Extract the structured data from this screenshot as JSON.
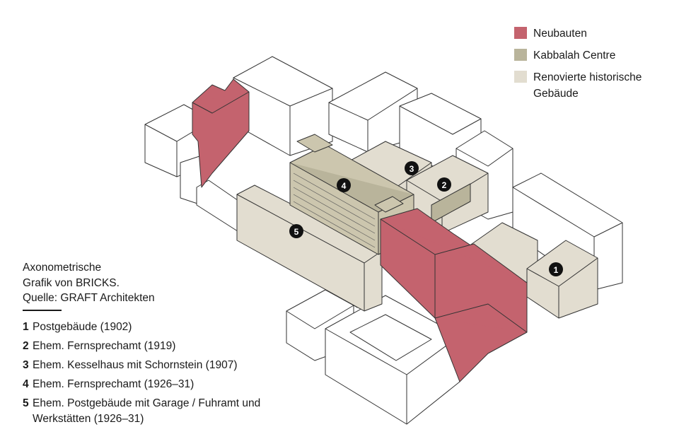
{
  "colors": {
    "neubauten": "#c4636e",
    "kabbalah": "#b9b49b",
    "historisch": "#e2ddd0",
    "outline": "#333333",
    "white_building": "#ffffff"
  },
  "legend": [
    {
      "key": "neubauten",
      "label": "Neubauten",
      "color": "#c4636e"
    },
    {
      "key": "kabbalah",
      "label": "Kabbalah Centre",
      "color": "#b9b49b"
    },
    {
      "key": "historisch",
      "label": "Renovierte historische Gebäude",
      "color": "#e2ddd0"
    }
  ],
  "caption": {
    "line1": "Axonometrische",
    "line2": "Grafik von BRICKS.",
    "line3": "Quelle: GRAFT Architekten"
  },
  "buildings": [
    {
      "number": "1",
      "name": "Postgebäude (1902)"
    },
    {
      "number": "2",
      "name": "Ehem. Fernsprechamt (1919)"
    },
    {
      "number": "3",
      "name": "Ehem. Kesselhaus mit Schornstein (1907)"
    },
    {
      "number": "4",
      "name": "Ehem. Fernsprechamt (1926–31)"
    },
    {
      "number": "5",
      "name": "Ehem. Postgebäude mit Garage / Fuhramt und Werkstätten (1926–31)"
    }
  ],
  "markers": [
    "1",
    "2",
    "3",
    "4",
    "5"
  ]
}
